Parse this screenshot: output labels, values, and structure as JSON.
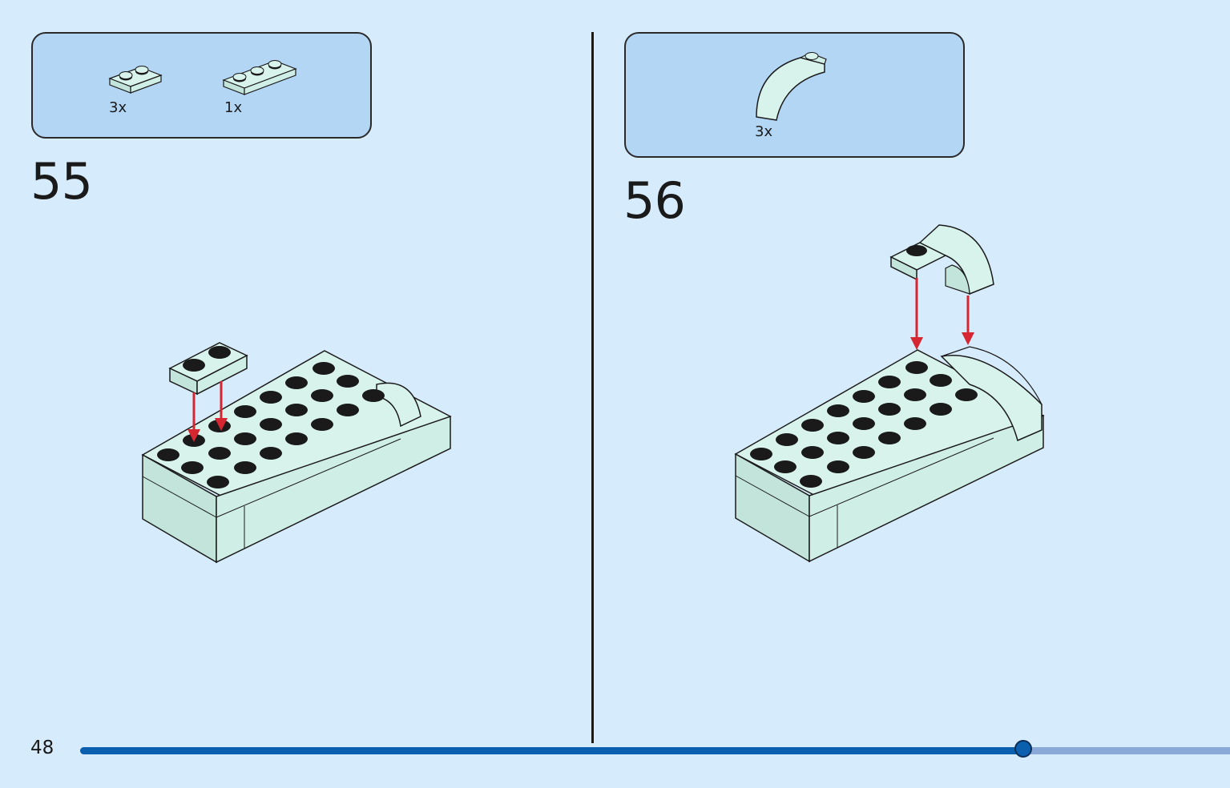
{
  "page": {
    "number": "48"
  },
  "progress": {
    "fraction": 0.82
  },
  "steps": [
    {
      "number": "55",
      "parts": [
        {
          "name": "plate-1x2",
          "quantity": "3x"
        },
        {
          "name": "plate-1x3",
          "quantity": "1x"
        }
      ]
    },
    {
      "number": "56",
      "parts": [
        {
          "name": "curved-arch-brick",
          "quantity": "3x"
        }
      ]
    }
  ],
  "colors": {
    "background": "#d6ebfb",
    "parts_box": "#b3d6f5",
    "brick": "#d8f3ec",
    "brick_side": "#c2e4da",
    "arrow": "#d62631",
    "progress": "#0a5fae",
    "progress_track": "#8aa8d8"
  },
  "icons": [
    "arrow-down-icon",
    "stud-icon"
  ]
}
